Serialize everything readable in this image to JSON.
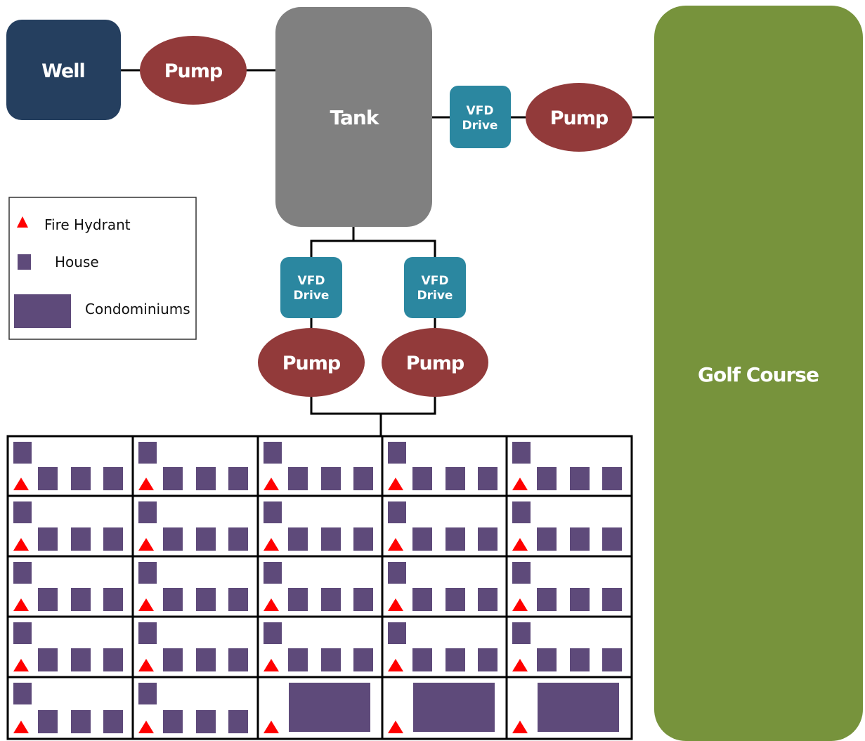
{
  "nodes": {
    "well": "Well",
    "well_pump": "Pump",
    "tank": "Tank",
    "golf_vfd": "VFD\nDrive",
    "golf_pump": "Pump",
    "golf_course": "Golf Course",
    "left_vfd": "VFD\nDrive",
    "right_vfd": "VFD\nDrive",
    "left_pump": "Pump",
    "right_pump": "Pump"
  },
  "legend": {
    "fire_hydrant": "Fire Hydrant",
    "house": "House",
    "condominiums": "Condominiums"
  },
  "grid": {
    "rows": 5,
    "cols": 5,
    "cells": [
      [
        "houses",
        "houses",
        "houses",
        "houses",
        "houses"
      ],
      [
        "houses",
        "houses",
        "houses",
        "houses",
        "houses"
      ],
      [
        "houses",
        "houses",
        "houses",
        "houses",
        "houses"
      ],
      [
        "houses",
        "houses",
        "houses",
        "houses",
        "houses"
      ],
      [
        "houses",
        "houses",
        "condo",
        "condo",
        "condo"
      ]
    ]
  },
  "colors": {
    "well": "#253f5f",
    "pump": "#923a3a",
    "tank": "#808080",
    "vfd": "#2b87a0",
    "golf_course": "#77933c",
    "house": "#5e4a7a",
    "hydrant": "#ff0000"
  }
}
